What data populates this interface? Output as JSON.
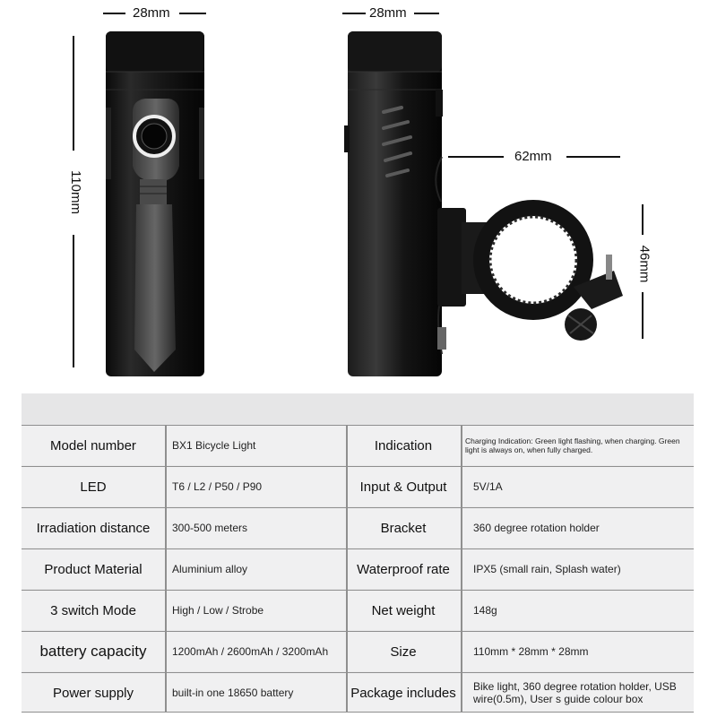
{
  "dimensions": {
    "front_width": "28mm",
    "side_width": "28mm",
    "height": "110mm",
    "bracket_width": "62mm",
    "bracket_height": "46mm"
  },
  "specs": [
    {
      "label": "Model number",
      "value": "BX1 Bicycle Light",
      "label2": "Indication",
      "value2": "Charging Indication: Green light flashing, when charging. Green light is always on, when fully charged."
    },
    {
      "label": "LED",
      "value": "T6 / L2 / P50 / P90",
      "label2": "Input & Output",
      "value2": "5V/1A"
    },
    {
      "label": "Irradiation distance",
      "value": "300-500 meters",
      "label2": "Bracket",
      "value2": "360 degree rotation holder"
    },
    {
      "label": "Product Material",
      "value": "Aluminium alloy",
      "label2": "Waterproof rate",
      "value2": "IPX5 (small rain, Splash water)"
    },
    {
      "label": "3 switch Mode",
      "value": "High / Low / Strobe",
      "label2": "Net weight",
      "value2": "148g"
    },
    {
      "label": "battery capacity",
      "value": "1200mAh / 2600mAh / 3200mAh",
      "label2": "Size",
      "value2": "110mm * 28mm * 28mm"
    },
    {
      "label": "Power supply",
      "value": "built-in one 18650 battery",
      "label2": "Package includes",
      "value2": "Bike light, 360 degree rotation holder, USB wire(0.5m), User s guide colour box"
    }
  ]
}
